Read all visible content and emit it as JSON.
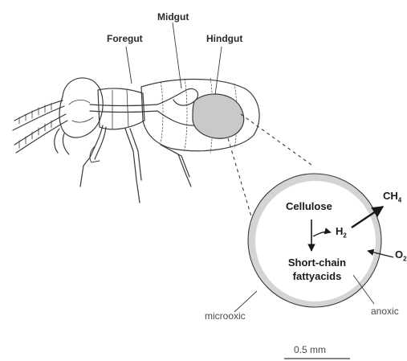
{
  "labels": {
    "foregut": "Foregut",
    "midgut": "Midgut",
    "hindgut": "Hindgut",
    "microoxic": "microoxic",
    "anoxic": "anoxic",
    "scale": "0.5 mm"
  },
  "inset": {
    "cellulose": "Cellulose",
    "h2_base": "H",
    "h2_sub": "2",
    "ch4_base": "CH",
    "ch4_sub": "4",
    "o2_base": "O",
    "o2_sub": "2",
    "scfa_line1": "Short-chain",
    "scfa_line2": "fattyacids"
  },
  "colors": {
    "outline": "#3a3a3a",
    "hindgut_fill": "#c9c9c9",
    "ring": "#d4d4d4"
  }
}
